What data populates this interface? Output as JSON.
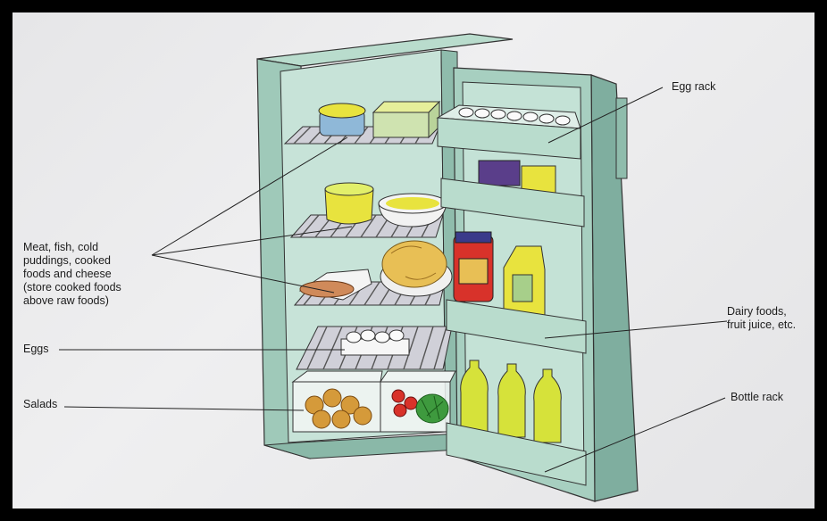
{
  "labels": {
    "egg_rack": "Egg rack",
    "meat": "Meat, fish, cold\npuddings, cooked\nfoods and cheese\n(store cooked foods\nabove raw foods)",
    "eggs": "Eggs",
    "salads": "Salads",
    "dairy": "Dairy foods,\nfruit juice, etc.",
    "bottle_rack": "Bottle rack"
  },
  "colors": {
    "cabinet": "#a7cfc0",
    "cabinet_dark": "#7fae9f",
    "cabinet_light": "#c4e2d6",
    "shelf": "#b8b8c4",
    "yellow": "#e8e33e",
    "container_blue": "#8fb8d8",
    "jar_red": "#d8322a",
    "pack_purple": "#5a3e8a",
    "chicken": "#e8bf55",
    "bottle": "#d6e23a",
    "leaf_green": "#3e9a3e"
  }
}
